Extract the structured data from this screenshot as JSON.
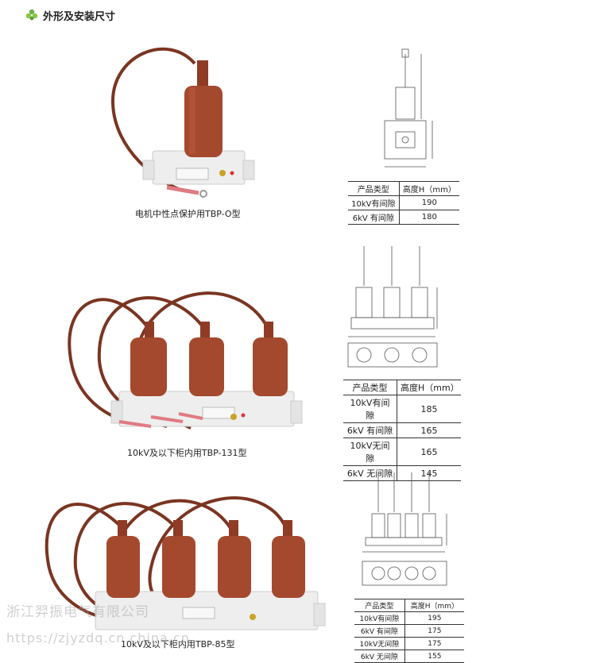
{
  "header": {
    "title": "外形及安装尺寸"
  },
  "products": [
    {
      "caption": "电机中性点保护用TBP-O型"
    },
    {
      "caption": "10kV及以下柜内用TBP-131型"
    },
    {
      "caption": "10kV及以下柜内用TBP-85型"
    }
  ],
  "tables": [
    {
      "header": [
        "产品类型",
        "高度H（mm）"
      ],
      "rows": [
        [
          "10kV有间隙",
          "190"
        ],
        [
          "6kV 有间隙",
          "180"
        ]
      ]
    },
    {
      "header": [
        "产品类型",
        "高度H（mm）"
      ],
      "rows": [
        [
          "10kV有间隙",
          "185"
        ],
        [
          "6kV 有间隙",
          "165"
        ],
        [
          "10kV无间隙",
          "165"
        ],
        [
          "6kV 无间隙",
          "145"
        ]
      ]
    },
    {
      "header": [
        "产品类型",
        "高度H（mm）"
      ],
      "rows": [
        [
          "10kV有间隙",
          "195"
        ],
        [
          "6kV 有间隙",
          "175"
        ],
        [
          "10kV无间隙",
          "175"
        ],
        [
          "6kV 无间隙",
          "155"
        ]
      ]
    }
  ],
  "watermark": {
    "line1": "浙江羿振电气有限公司",
    "line2": "https://zjyzdq.cn.china.cn"
  },
  "colors": {
    "housing": "#a5492e",
    "housing_dark": "#7e3420",
    "base": "#eeeeee",
    "lug": "#e07a82",
    "leaf": "#6ab04c"
  }
}
